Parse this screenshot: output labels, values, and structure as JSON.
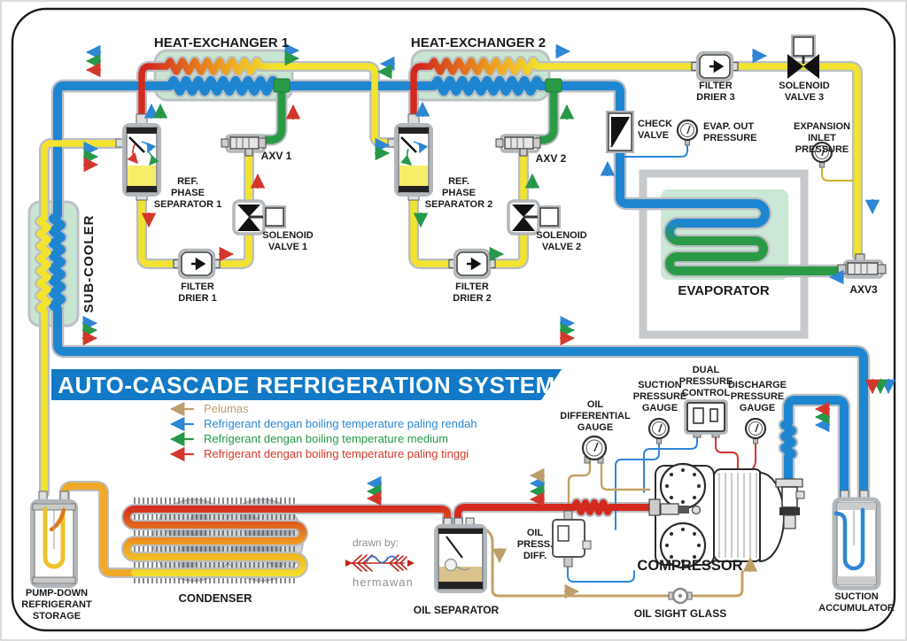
{
  "title": "AUTO-CASCADE REFRIGERATION SYSTEM",
  "credit": {
    "drawn_by": "drawn by:",
    "author": "hermawan"
  },
  "legend": [
    {
      "label": "Pelumas",
      "color": "#BD9E6B"
    },
    {
      "label": "Refrigerant dengan boiling temperature paling rendah",
      "color": "#2F87D7"
    },
    {
      "label": "Refrigerant dengan boiling temperature medium",
      "color": "#27984A"
    },
    {
      "label": "Refrigerant dengan boiling temperature paling tinggi",
      "color": "#D3372C"
    }
  ],
  "labels": {
    "heat_exchanger_1": "HEAT-EXCHANGER 1",
    "heat_exchanger_2": "HEAT-EXCHANGER 2",
    "ref_phase_separator_1": "REF.\nPHASE\nSEPARATOR 1",
    "ref_phase_separator_2": "REF.\nPHASE\nSEPARATOR 2",
    "axv_1": "AXV 1",
    "axv_2": "AXV 2",
    "axv_3": "AXV3",
    "solenoid_valve_1": "SOLENOID\nVALVE 1",
    "solenoid_valve_2": "SOLENOID\nVALVE 2",
    "solenoid_valve_3": "SOLENOID\nVALVE 3",
    "filter_drier_1": "FILTER\nDRIER 1",
    "filter_drier_2": "FILTER\nDRIER 2",
    "filter_drier_3": "FILTER\nDRIER 3",
    "check_valve": "CHECK\nVALVE",
    "evap_out_pressure": "EVAP. OUT\nPRESSURE",
    "expansion_inlet_pressure": "EXPANSION INLET\nPRESSURE",
    "sub_cooler": "SUB-COOLER",
    "evaporator": "EVAPORATOR",
    "suction_pressure_gauge": "SUCTION\nPRESSURE\nGAUGE",
    "dual_pressure_control": "DUAL\nPRESSURE\nCONTROL",
    "discharge_pressure_gauge": "DISCHARGE\nPRESSURE\nGAUGE",
    "oil_differential_gauge": "OIL\nDIFFERENTIAL\nGAUGE",
    "oil_press_diff": "OIL\nPRESS.\nDIFF.",
    "compressor": "COMPRESSOR",
    "oil_separator": "OIL SEPARATOR",
    "oil_sight_glass": "OIL SIGHT GLASS",
    "suction_accumulator": "SUCTION\nACCUMULATOR",
    "pump_down_refrigerant_storage": "PUMP-DOWN\nREFRIGERANT\nSTORAGE",
    "condenser": "CONDENSER"
  },
  "colors": {
    "pipe_low_boil_blue": "#1E86D0",
    "pipe_medium_boil_green": "#2B9A47",
    "pipe_high_boil_red": "#D42A1E",
    "pipe_liquid_yellow": "#F2E32E",
    "oil_line_tan": "#C4A265",
    "banner_blue": "#1179C6",
    "exchanger_fill_green": "#C8E5D2"
  }
}
